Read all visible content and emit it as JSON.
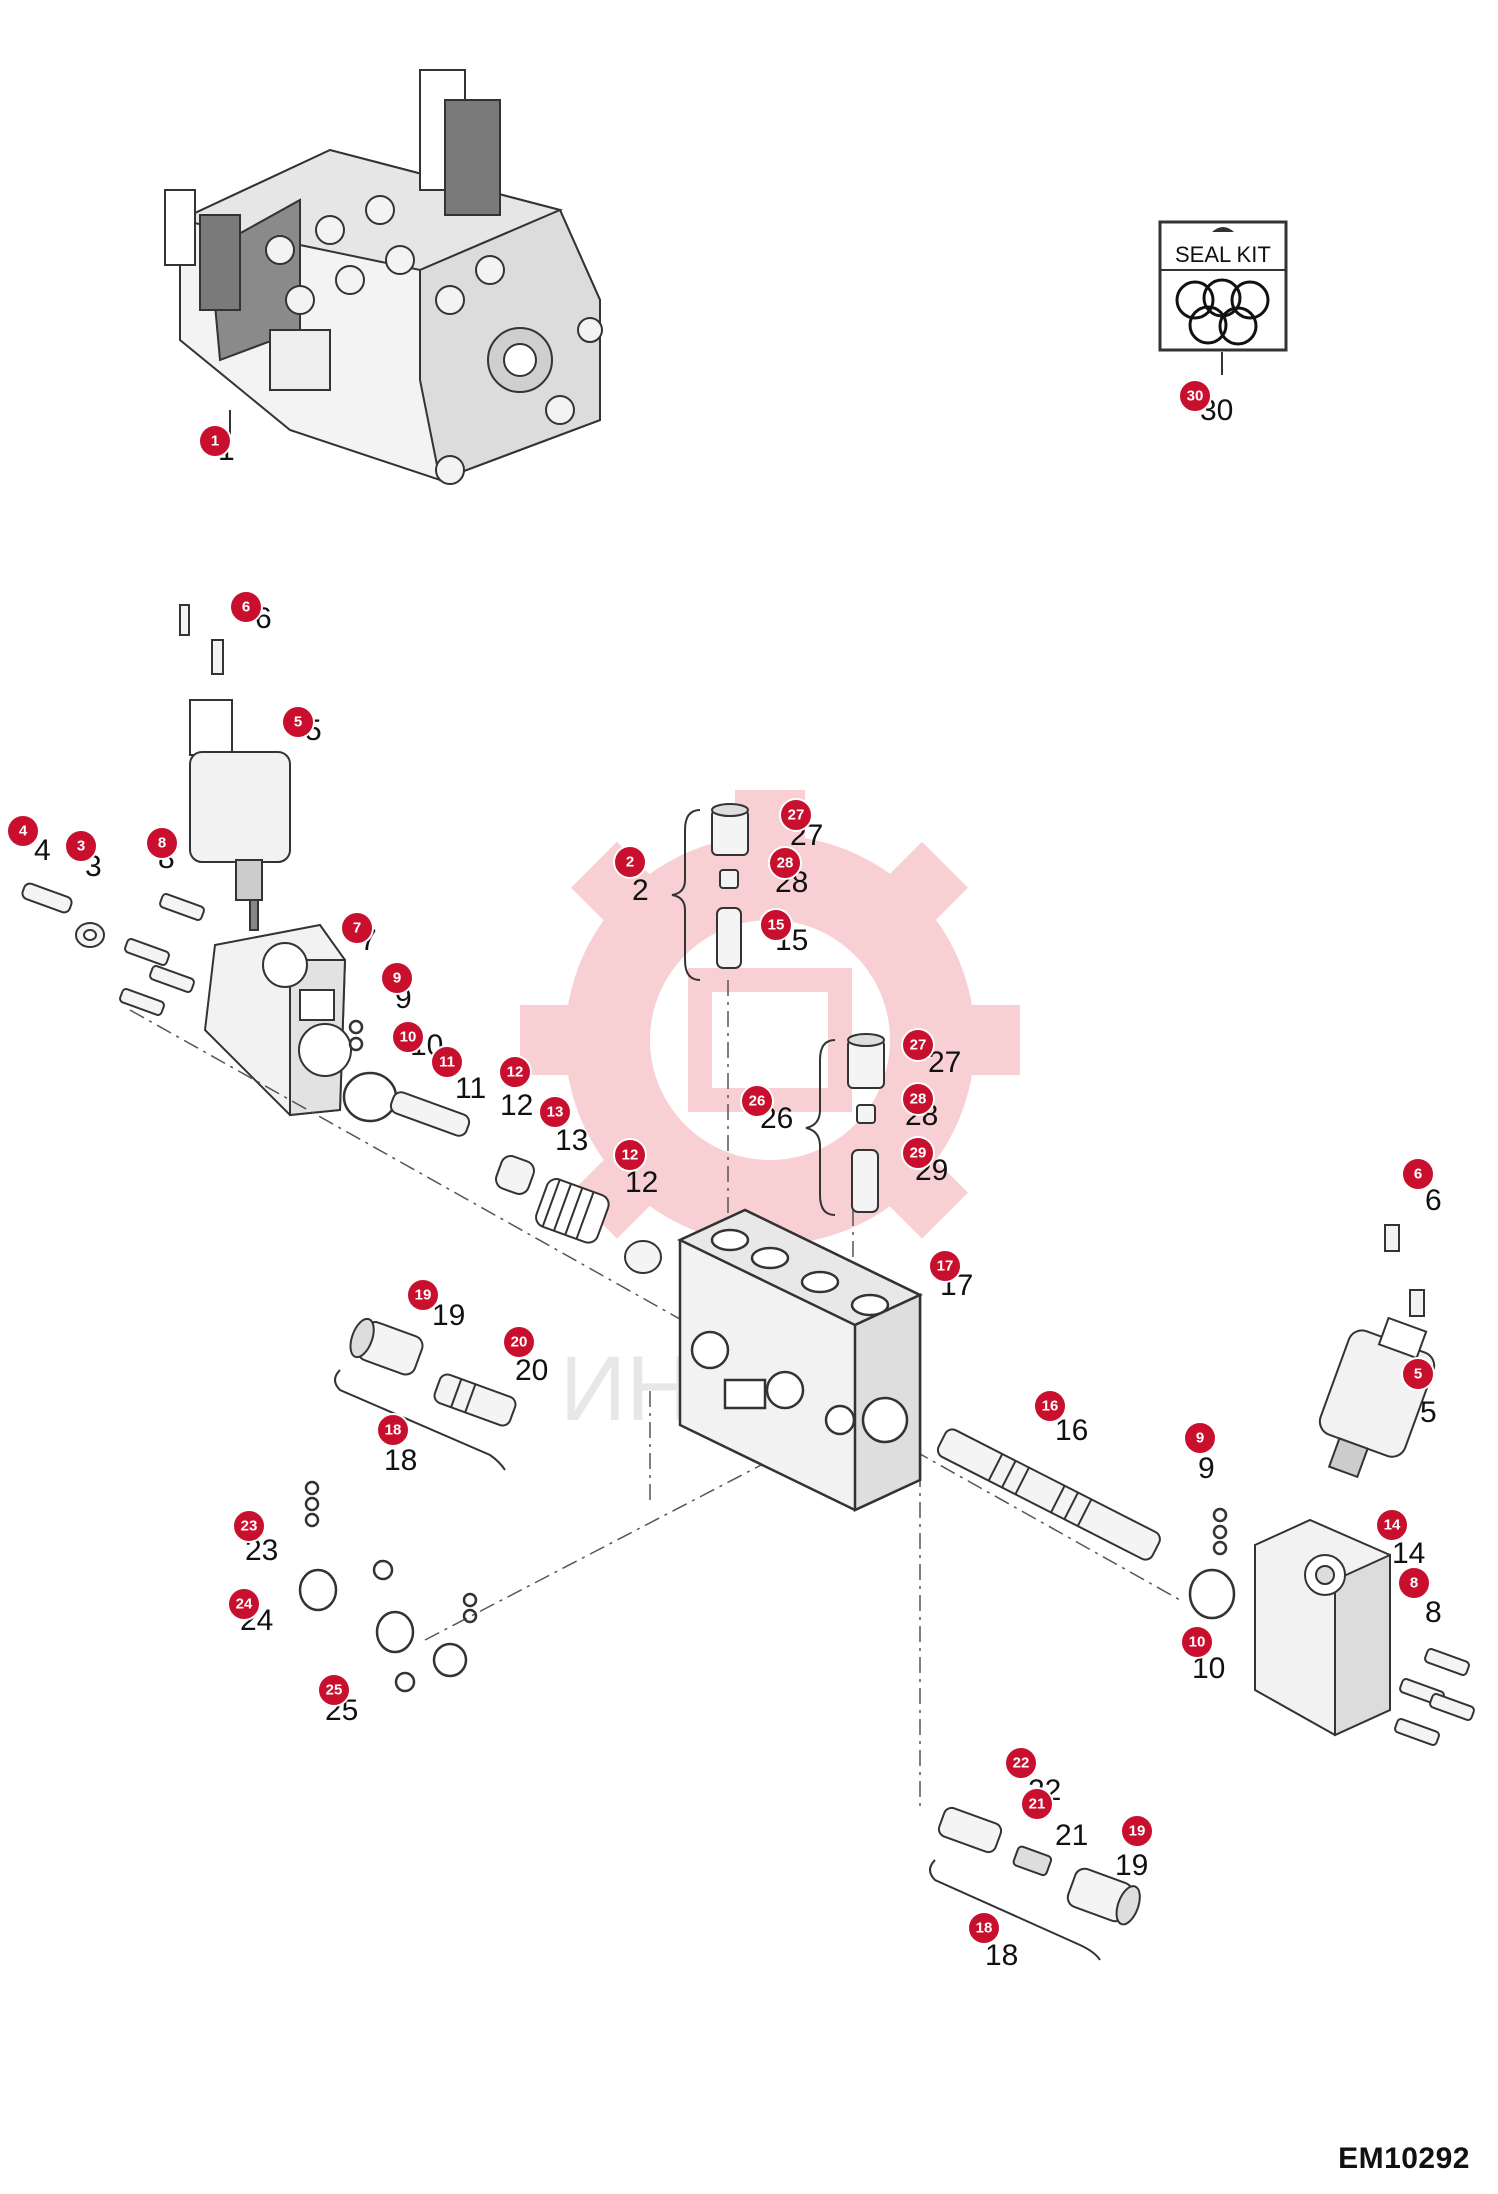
{
  "seal_kit": {
    "label": "SEAL KIT"
  },
  "watermark": {
    "text": "ИНТЕХ"
  },
  "document_id": "EM10292",
  "callouts": [
    {
      "n": "1"
    },
    {
      "n": "30"
    },
    {
      "n": "6"
    },
    {
      "n": "5"
    },
    {
      "n": "4"
    },
    {
      "n": "3"
    },
    {
      "n": "8"
    },
    {
      "n": "7"
    },
    {
      "n": "9"
    },
    {
      "n": "10"
    },
    {
      "n": "11"
    },
    {
      "n": "12"
    },
    {
      "n": "13"
    },
    {
      "n": "12"
    },
    {
      "n": "2"
    },
    {
      "n": "27"
    },
    {
      "n": "28"
    },
    {
      "n": "15"
    },
    {
      "n": "26"
    },
    {
      "n": "27"
    },
    {
      "n": "28"
    },
    {
      "n": "29"
    },
    {
      "n": "17"
    },
    {
      "n": "19"
    },
    {
      "n": "20"
    },
    {
      "n": "18"
    },
    {
      "n": "16"
    },
    {
      "n": "6"
    },
    {
      "n": "5"
    },
    {
      "n": "9"
    },
    {
      "n": "14"
    },
    {
      "n": "8"
    },
    {
      "n": "10"
    },
    {
      "n": "23"
    },
    {
      "n": "24"
    },
    {
      "n": "25"
    },
    {
      "n": "22"
    },
    {
      "n": "21"
    },
    {
      "n": "19"
    },
    {
      "n": "18"
    }
  ],
  "part_labels": [
    {
      "t": "1"
    },
    {
      "t": "30"
    },
    {
      "t": "6"
    },
    {
      "t": "5"
    },
    {
      "t": "4"
    },
    {
      "t": "3"
    },
    {
      "t": "8"
    },
    {
      "t": "7"
    },
    {
      "t": "9"
    },
    {
      "t": "10"
    },
    {
      "t": "11"
    },
    {
      "t": "12"
    },
    {
      "t": "13"
    },
    {
      "t": "12"
    },
    {
      "t": "2"
    },
    {
      "t": "27"
    },
    {
      "t": "28"
    },
    {
      "t": "15"
    },
    {
      "t": "26"
    },
    {
      "t": "27"
    },
    {
      "t": "28"
    },
    {
      "t": "29"
    },
    {
      "t": "17"
    },
    {
      "t": "19"
    },
    {
      "t": "20"
    },
    {
      "t": "18"
    },
    {
      "t": "16"
    },
    {
      "t": "6"
    },
    {
      "t": "5"
    },
    {
      "t": "9"
    },
    {
      "t": "14"
    },
    {
      "t": "8"
    },
    {
      "t": "10"
    },
    {
      "t": "23"
    },
    {
      "t": "24"
    },
    {
      "t": "25"
    },
    {
      "t": "22"
    },
    {
      "t": "21"
    },
    {
      "t": "19"
    },
    {
      "t": "18"
    }
  ]
}
